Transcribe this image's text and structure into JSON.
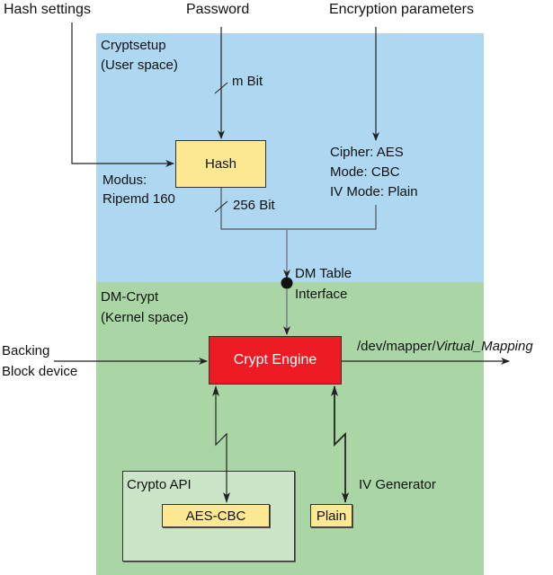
{
  "inputs": {
    "hash_settings": "Hash settings",
    "password": "Password",
    "encryption_parameters": "Encryption parameters",
    "backing_device_line1": "Backing",
    "backing_device_line2": "Block device"
  },
  "user_space": {
    "title_line1": "Cryptsetup",
    "title_line2": "(User space)",
    "password_width": "m Bit",
    "hash_label": "Hash",
    "hash_mode_line1": "Modus:",
    "hash_mode_line2": "Ripemd 160",
    "hash_output_width": "256 Bit",
    "cipher": "Cipher: AES",
    "mode": "Mode: CBC",
    "iv_mode": "IV Mode: Plain",
    "color": "#aed7f1"
  },
  "interface": {
    "line1": "DM Table",
    "line2": "Interface"
  },
  "kernel_space": {
    "title_line1": "DM-Crypt",
    "title_line2": "(Kernel space)",
    "engine_label": "Crypt Engine",
    "engine_color": "#ed1c24",
    "output_device_prefix": "/dev/mapper/",
    "output_device_name": "Virtual_Mapping",
    "crypto_api_label": "Crypto API",
    "aes_label": "AES-CBC",
    "iv_generator_label": "IV Generator",
    "plain_label": "Plain",
    "color": "#aad6a6",
    "box_color": "#fde992"
  }
}
